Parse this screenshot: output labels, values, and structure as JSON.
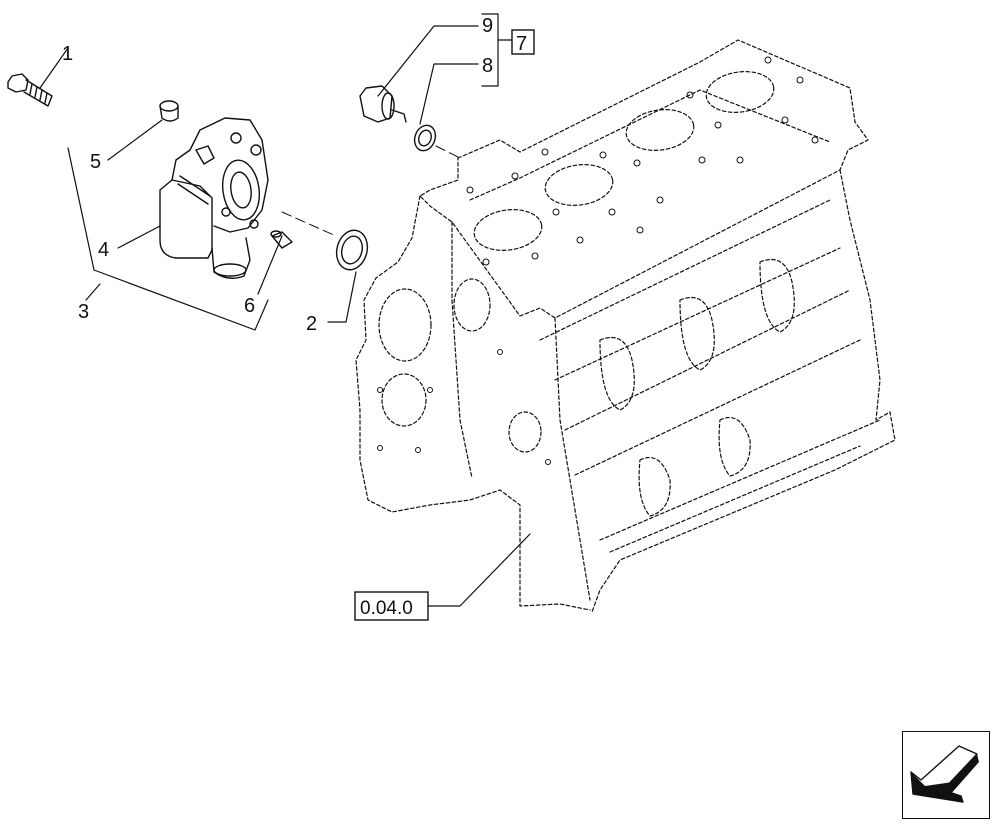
{
  "callouts": {
    "c1": "1",
    "c2": "2",
    "c3": "3",
    "c4": "4",
    "c5": "5",
    "c6": "6",
    "c7": "7",
    "c8": "8",
    "c9": "9"
  },
  "reference": {
    "engine_block_ref": "0.04.0"
  },
  "nav": {
    "icon": "next-page-arrow-icon"
  },
  "colors": {
    "line": "#111111",
    "background": "#ffffff"
  }
}
